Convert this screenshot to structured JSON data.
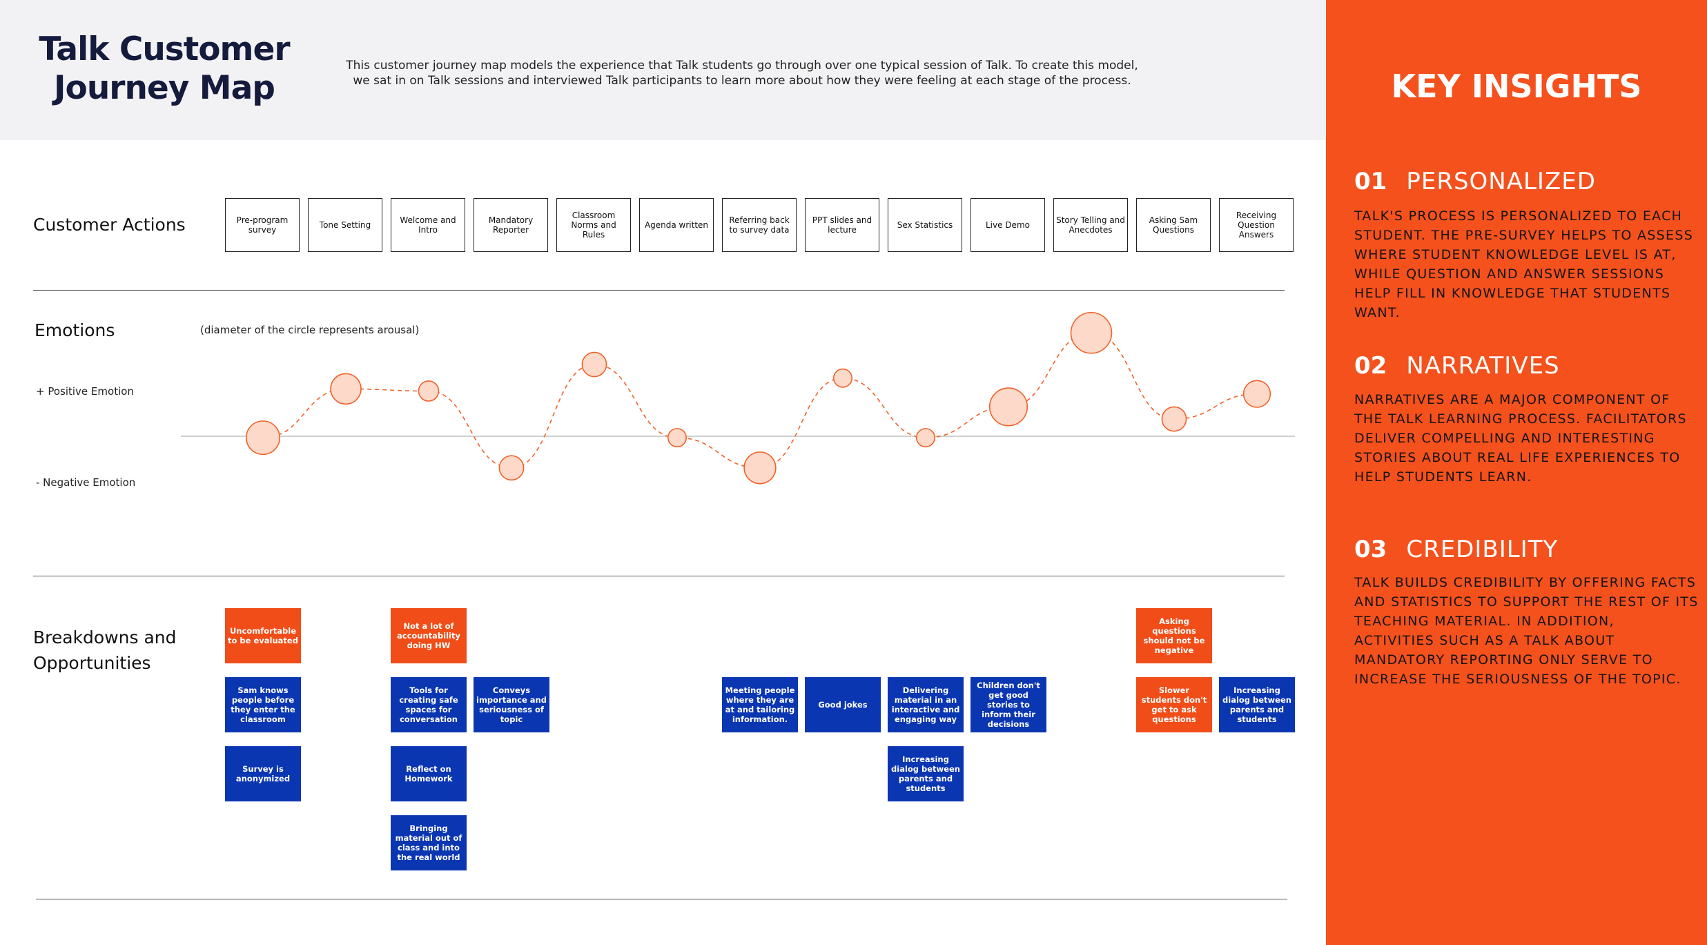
{
  "header": {
    "title_line1": "Talk Customer",
    "title_line2": "Journey Map",
    "intro_line1": "This customer journey map models the experience that Talk students go through over one typical session of Talk. To create this model,",
    "intro_line2": "we sat in on Talk sessions and interviewed Talk participants to learn more about how they were feeling at each stage of the process."
  },
  "rows": {
    "actions_label": "Customer Actions",
    "emotions_label": "Emotions",
    "emotions_note": "(diameter of the circle represents arousal)",
    "positive_label": "+ Positive Emotion",
    "negative_label": "- Negative Emotion",
    "breakdowns_label_line1": "Breakdowns and",
    "breakdowns_label_line2": "Opportunities"
  },
  "actions": [
    "Pre-program survey",
    "Tone Setting",
    "Welcome and Intro",
    "Mandatory Reporter",
    "Classroom Norms and Rules",
    "Agenda written",
    "Referring back to survey data",
    "PPT slides and lecture",
    "Sex Statistics",
    "Live Demo",
    "Story Telling and Anecdotes",
    "Asking Sam Questions",
    "Receiving Question Answers"
  ],
  "emotions": [
    {
      "stage": "Pre-program survey",
      "emotion": -0.02,
      "arousal": 0.55
    },
    {
      "stage": "Tone Setting",
      "emotion": 0.66,
      "arousal": 0.5
    },
    {
      "stage": "Welcome and Intro",
      "emotion": 0.63,
      "arousal": 0.33
    },
    {
      "stage": "Mandatory Reporter",
      "emotion": -0.44,
      "arousal": 0.4
    },
    {
      "stage": "Classroom Norms and Rules",
      "emotion": 1.0,
      "arousal": 0.4
    },
    {
      "stage": "Agenda written",
      "emotion": -0.02,
      "arousal": 0.3
    },
    {
      "stage": "Referring back to survey data",
      "emotion": -0.44,
      "arousal": 0.52
    },
    {
      "stage": "PPT slides and lecture",
      "emotion": 0.81,
      "arousal": 0.3
    },
    {
      "stage": "Sex Statistics",
      "emotion": -0.02,
      "arousal": 0.3
    },
    {
      "stage": "Live Demo",
      "emotion": 0.41,
      "arousal": 0.62
    },
    {
      "stage": "Story Telling and Anecdotes",
      "emotion": 1.44,
      "arousal": 0.67
    },
    {
      "stage": "Asking Sam Questions",
      "emotion": 0.24,
      "arousal": 0.4
    },
    {
      "stage": "Receiving Question Answers",
      "emotion": 0.59,
      "arousal": 0.44
    }
  ],
  "breakdowns": [
    {
      "stage": 0,
      "level": 0,
      "kind": "breakdown",
      "text": "Uncomfortable to be evaluated"
    },
    {
      "stage": 0,
      "level": 1,
      "kind": "opportunity",
      "text": "Sam knows people before they enter the classroom"
    },
    {
      "stage": 0,
      "level": 2,
      "kind": "opportunity",
      "text": "Survey is anonymized"
    },
    {
      "stage": 2,
      "level": 0,
      "kind": "breakdown",
      "text": "Not a lot of accountability doing HW"
    },
    {
      "stage": 2,
      "level": 1,
      "kind": "opportunity",
      "text": "Tools for creating safe spaces for conversation"
    },
    {
      "stage": 2,
      "level": 2,
      "kind": "opportunity",
      "text": "Reflect on Homework"
    },
    {
      "stage": 2,
      "level": 3,
      "kind": "opportunity",
      "text": "Bringing material out of class and into the real world"
    },
    {
      "stage": 3,
      "level": 1,
      "kind": "opportunity",
      "text": "Conveys importance and seriousness of topic"
    },
    {
      "stage": 6,
      "level": 1,
      "kind": "opportunity",
      "text": "Meeting people where they are at and tailoring information."
    },
    {
      "stage": 7,
      "level": 1,
      "kind": "opportunity",
      "text": "Good jokes"
    },
    {
      "stage": 8,
      "level": 1,
      "kind": "opportunity",
      "text": "Delivering material in an interactive and engaging way"
    },
    {
      "stage": 8,
      "level": 2,
      "kind": "opportunity",
      "text": "Increasing dialog between parents and students"
    },
    {
      "stage": 9,
      "level": 1,
      "kind": "opportunity",
      "text": "Children don't get good stories to inform their decisions"
    },
    {
      "stage": 11,
      "level": 0,
      "kind": "breakdown",
      "text": "Asking questions should not be negative"
    },
    {
      "stage": 11,
      "level": 1,
      "kind": "breakdown",
      "text": "Slower students don't get to ask questions"
    },
    {
      "stage": 12,
      "level": 1,
      "kind": "opportunity",
      "text": "Increasing dialog between parents and students"
    }
  ],
  "insights": {
    "title": "KEY INSIGHTS",
    "items": [
      {
        "number": "01",
        "title": "PERSONALIZED",
        "body": "Talk's process is personalized to each student. The pre-survey helps to assess where student knowledge level is at, while question and answer sessions help fill in knowledge that students want."
      },
      {
        "number": "02",
        "title": "NARRATIVES",
        "body": "Narratives are a major component of the Talk learning process. Facilitators deliver compelling and interesting stories about real life experiences to help students learn."
      },
      {
        "number": "03",
        "title": "CREDIBILITY",
        "body": "Talk builds credibility by offering facts and statistics to support the rest of its teaching material. In addition, activities such as a Talk about Mandatory Reporting only serve to increase the seriousness of the topic."
      }
    ]
  },
  "colors": {
    "accent_orange": "#f5511d",
    "breakdown_orange": "#f04d18",
    "opportunity_blue": "#0b36b2",
    "circle_fill": "#fcd9c9",
    "circle_stroke": "#f0622a",
    "title_navy": "#141b3d"
  }
}
